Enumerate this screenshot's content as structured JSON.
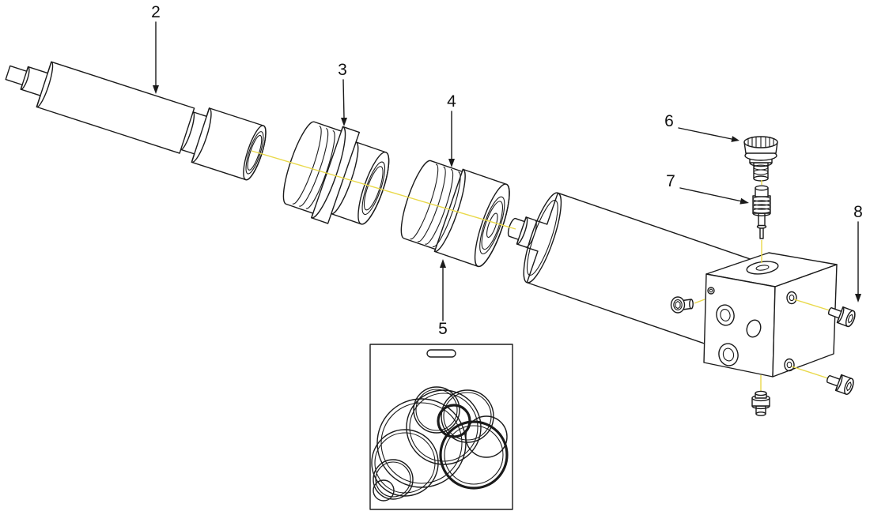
{
  "diagram": {
    "type": "exploded-assembly-diagram",
    "colors": {
      "line": "#1a1a1a",
      "centerline": "#e9d94b",
      "background": "#ffffff"
    },
    "callouts": [
      {
        "number": "2"
      },
      {
        "number": "3"
      },
      {
        "number": "4"
      },
      {
        "number": "5"
      },
      {
        "number": "6"
      },
      {
        "number": "7"
      },
      {
        "number": "8"
      }
    ]
  }
}
